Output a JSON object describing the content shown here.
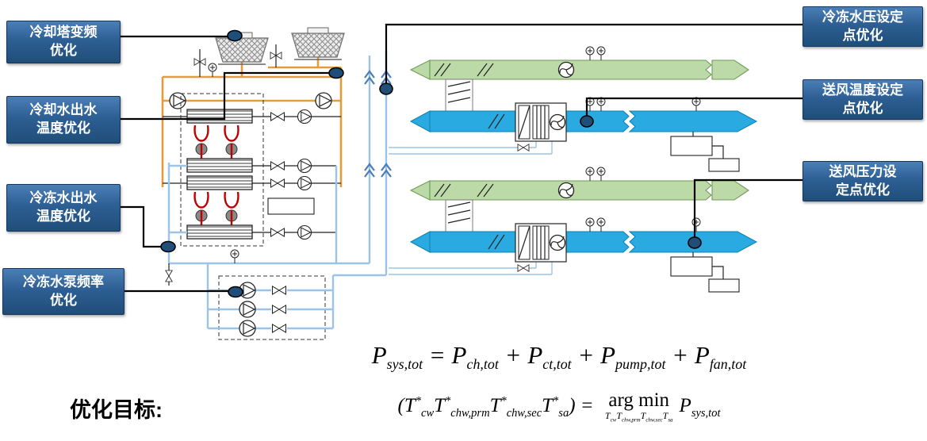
{
  "colors": {
    "callout_bg": "#2E5F94",
    "callout_border": "#17365D",
    "condenser_pipe": "#E39B3B",
    "chilled_water_pipe": "#9DC3E6",
    "supply_duct": "#29ABE2",
    "return_duct": "#BCD9A8",
    "refrigerant": "#C00000",
    "marker": "#1F4E79"
  },
  "callouts": {
    "left": [
      {
        "id": "cooling-tower-vfd",
        "label": "冷却塔变频\n优化"
      },
      {
        "id": "cw-outlet-temp",
        "label": "冷却水出水\n温度优化"
      },
      {
        "id": "chw-outlet-temp",
        "label": "冷冻水出水\n温度优化"
      },
      {
        "id": "chw-pump-freq",
        "label": "冷冻水泵频率\n优化"
      }
    ],
    "right": [
      {
        "id": "chw-pressure-setpoint",
        "label": "冷冻水压设定\n点优化"
      },
      {
        "id": "supply-air-temp-setpoint",
        "label": "送风温度设定\n点优化"
      },
      {
        "id": "supply-air-pressure-setpoint",
        "label": "送风压力设\n定点优化"
      }
    ]
  },
  "objective": {
    "label": "优化目标:"
  },
  "equations": {
    "power_balance": [
      {
        "t": "P",
        "sub": "sys,tot"
      },
      {
        "t": " = "
      },
      {
        "t": "P",
        "sub": "ch,tot"
      },
      {
        "t": " + "
      },
      {
        "t": "P",
        "sub": "ct,tot"
      },
      {
        "t": " + "
      },
      {
        "t": "P",
        "sub": "pump,tot"
      },
      {
        "t": " + "
      },
      {
        "t": "P",
        "sub": "fan,tot"
      }
    ],
    "argmin": [
      {
        "t": "("
      },
      {
        "t": "T",
        "sup": "*",
        "sub": "cw"
      },
      {
        "t": "T",
        "sup": "*",
        "sub": "chw,prm"
      },
      {
        "t": "T",
        "sup": "*",
        "sub": "chw,sec"
      },
      {
        "t": "T",
        "sup": "*",
        "sub": "sa"
      },
      {
        "t": ") = "
      },
      {
        "op": "underop",
        "top": "arg min",
        "under": [
          {
            "t": "T",
            "sub": "cw"
          },
          {
            "t": "T",
            "sub": "chw,prm"
          },
          {
            "t": "T",
            "sub": "chw,sec"
          },
          {
            "t": "T",
            "sub": "sa"
          }
        ]
      },
      {
        "t": "P",
        "sub": "sys,tot"
      }
    ]
  },
  "diagram": {
    "description": "chiller-plant-and-ahu-schematic"
  }
}
